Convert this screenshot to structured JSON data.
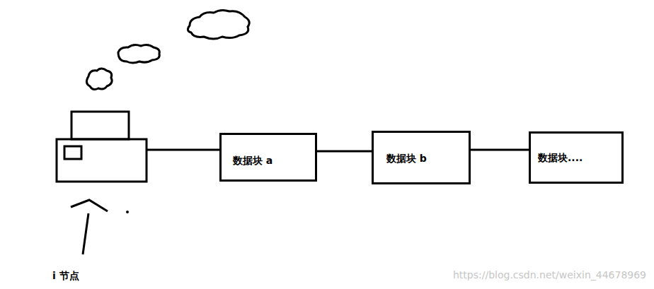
{
  "diagram": {
    "nodes": [
      {
        "text": [
          "数据块 a"
        ]
      },
      {
        "text": [
          "数据块 b"
        ]
      },
      {
        "text": [
          "数据块...."
        ]
      }
    ],
    "edges": [
      {
        "from": 0,
        "to": 1,
        "arrow": "none"
      },
      {
        "from": 1,
        "to": 2,
        "arrow": "none"
      }
    ],
    "labels": [
      "i 节点",
      "https://blog.csdn.net/weixin_44678969"
    ]
  }
}
